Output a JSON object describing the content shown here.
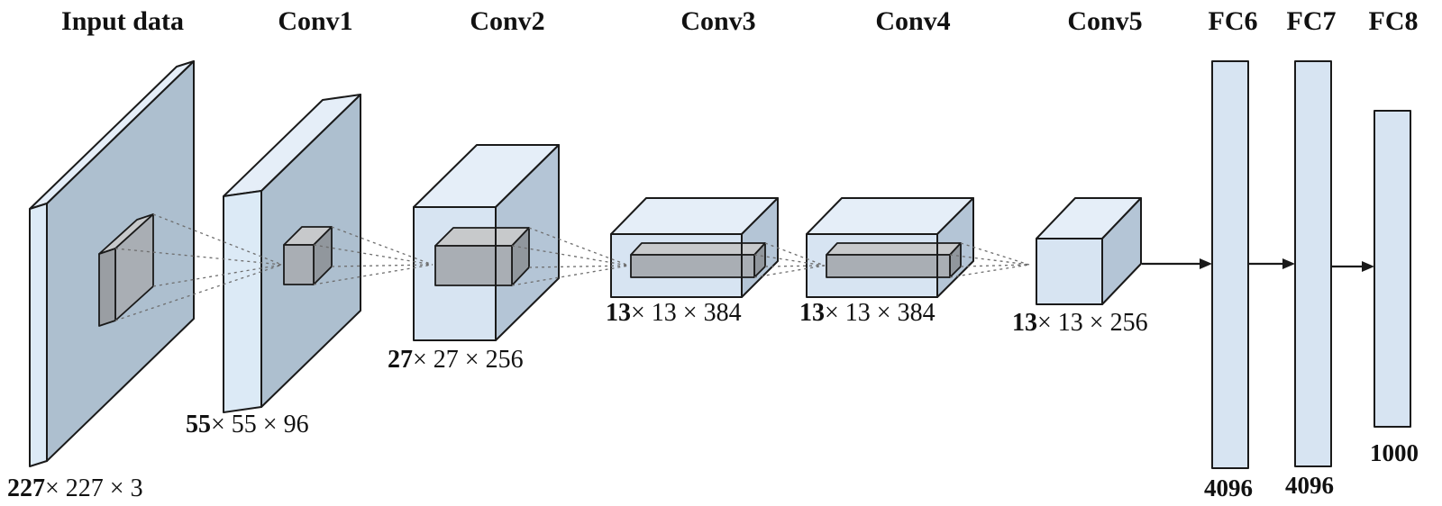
{
  "figure": {
    "kind": "cnn-architecture-diagram",
    "layers": [
      {
        "label": "Input data",
        "dims_lead": "227",
        "dims_rest": "× 227 × 3"
      },
      {
        "label": "Conv1",
        "dims_lead": "55",
        "dims_rest": "× 55 × 96"
      },
      {
        "label": "Conv2",
        "dims_lead": "27",
        "dims_rest": "× 27 × 256"
      },
      {
        "label": "Conv3",
        "dims_lead": "13",
        "dims_rest": "× 13 × 384"
      },
      {
        "label": "Conv4",
        "dims_lead": "13",
        "dims_rest": "× 13 × 384"
      },
      {
        "label": "Conv5",
        "dims_lead": "13",
        "dims_rest": "× 13 × 256"
      },
      {
        "label": "FC6",
        "units": "4096"
      },
      {
        "label": "FC7",
        "units": "4096"
      },
      {
        "label": "FC8",
        "units": "1000"
      }
    ]
  },
  "colors": {
    "box_front": "#d7e4f2",
    "box_top": "#e5eef8",
    "box_side": "#b4c5d6",
    "slab_face": "#adbfcf",
    "slab_strip": "#dceaf6",
    "kernel_front": "#a9aeb4",
    "kernel_top": "#c7c9cb",
    "kernel_side": "#91979d",
    "kernel_dark": "#9a9ea3",
    "outline": "#1a1a1a",
    "dash": "#6e6e6e",
    "text": "#111111",
    "bg": "#ffffff"
  }
}
